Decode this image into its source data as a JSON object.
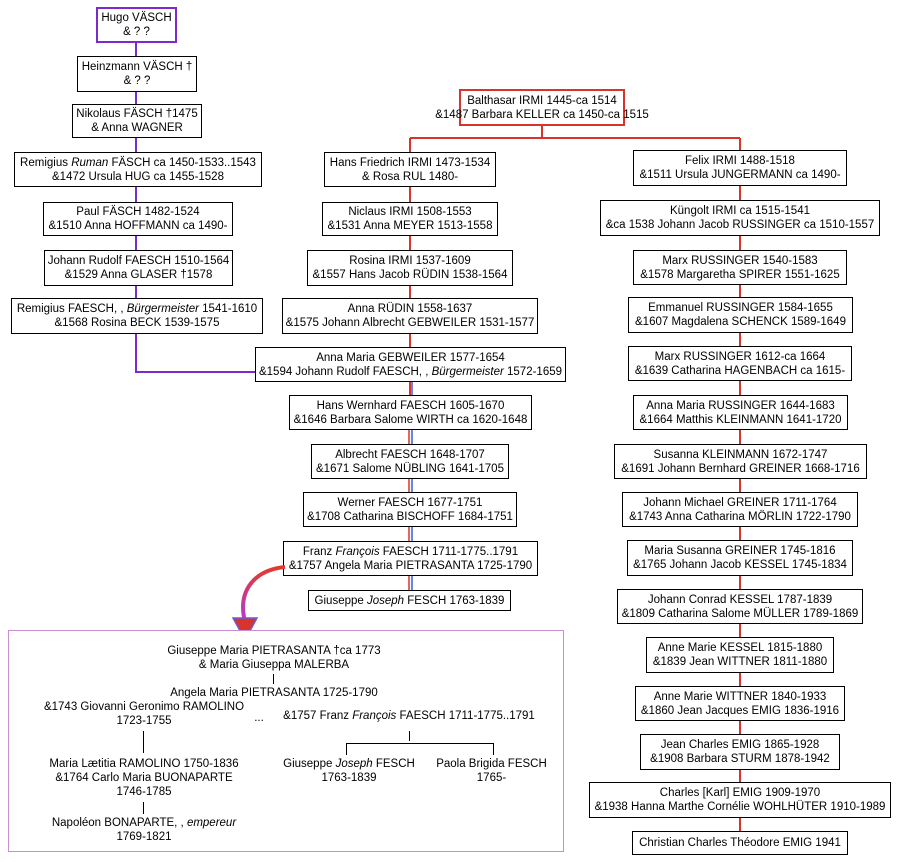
{
  "colors": {
    "purple": "#7a2bc9",
    "red": "#d9342b",
    "blue": "#3a5be0",
    "inset_border": "#c88fd0"
  },
  "left_column": [
    {
      "line1": "Hugo VÄSCH",
      "line2": "& ? ?"
    },
    {
      "line1": "Heinzmann VÄSCH †",
      "line2": "& ? ?"
    },
    {
      "line1": "Nikolaus FÄSCH †1475",
      "line2": "& Anna WAGNER"
    },
    {
      "line1a": "Remigius ",
      "line1i": "Ruman",
      "line1b": " FÄSCH ca 1450-1533..1543",
      "line2": "&1472 Ursula HUG ca 1455-1528"
    },
    {
      "line1": "Paul FÄSCH 1482-1524",
      "line2": "&1510 Anna HOFFMANN ca 1490-"
    },
    {
      "line1": "Johann Rudolf FAESCH 1510-1564",
      "line2": "&1529 Anna GLASER †1578"
    },
    {
      "line1a": "Remigius FAESCH, , ",
      "line1i": "Bürgermeister",
      "line1b": " 1541-1610",
      "line2": "&1568 Rosina BECK 1539-1575"
    }
  ],
  "center_column": [
    {
      "line1": "Balthasar IRMI 1445-ca 1514",
      "line2": "&1487 Barbara KELLER ca 1450-ca 1515"
    },
    {
      "line1": "Hans Friedrich IRMI 1473-1534",
      "line2": "& Rosa RUL 1480-"
    },
    {
      "line1": "Niclaus IRMI 1508-1553",
      "line2": "&1531 Anna MEYER 1513-1558"
    },
    {
      "line1": "Rosina IRMI 1537-1609",
      "line2": "&1557 Hans Jacob RÜDIN 1538-1564"
    },
    {
      "line1": "Anna RÜDIN 1558-1637",
      "line2": "&1575 Johann Albrecht GEBWEILER 1531-1577"
    },
    {
      "line1": "Anna Maria GEBWEILER 1577-1654",
      "line2a": "&1594 Johann Rudolf FAESCH, , ",
      "line2i": "Bürgermeister",
      "line2b": " 1572-1659"
    },
    {
      "line1": "Hans Wernhard FAESCH 1605-1670",
      "line2": "&1646 Barbara Salome WIRTH ca 1620-1648"
    },
    {
      "line1": "Albrecht FAESCH 1648-1707",
      "line2": "&1671 Salome NÜBLING 1641-1705"
    },
    {
      "line1": "Werner FAESCH 1677-1751",
      "line2": "&1708 Catharina BISCHOFF 1684-1751"
    },
    {
      "line1a": "Franz ",
      "line1i": "François",
      "line1b": " FAESCH 1711-1775..1791",
      "line2": "&1757 Angela Maria PIETRASANTA 1725-1790"
    },
    {
      "line1a": "Giuseppe ",
      "line1i": "Joseph",
      "line1b": " FESCH 1763-1839"
    }
  ],
  "right_column": [
    {
      "line1": "Felix IRMI 1488-1518",
      "line2": "&1511 Ursula JUNGERMANN ca 1490-"
    },
    {
      "line1": "Küngolt IRMI ca 1515-1541",
      "line2": "&ca 1538 Johann Jacob RUSSINGER ca 1510-1557"
    },
    {
      "line1": "Marx RUSSINGER 1540-1583",
      "line2": "&1578 Margaretha SPIRER 1551-1625"
    },
    {
      "line1": "Emmanuel RUSSINGER 1584-1655",
      "line2": "&1607 Magdalena SCHENCK 1589-1649"
    },
    {
      "line1": "Marx RUSSINGER 1612-ca 1664",
      "line2": "&1639 Catharina HAGENBACH ca 1615-"
    },
    {
      "line1": "Anna Maria RUSSINGER 1644-1683",
      "line2": "&1664 Matthis KLEINMANN 1641-1720"
    },
    {
      "line1": "Susanna KLEINMANN 1672-1747",
      "line2": "&1691 Johann Bernhard GREINER 1668-1716"
    },
    {
      "line1": "Johann Michael GREINER 1711-1764",
      "line2": "&1743 Anna Catharina MÖRLIN 1722-1790"
    },
    {
      "line1": "Maria Susanna GREINER 1745-1816",
      "line2": "&1765 Johann Jacob KESSEL 1745-1834"
    },
    {
      "line1": "Johann Conrad KESSEL 1787-1839",
      "line2": "&1809 Catharina Salome MÜLLER 1789-1869"
    },
    {
      "line1": "Anne Marie KESSEL 1815-1880",
      "line2": "&1839 Jean WITTNER 1811-1880"
    },
    {
      "line1": "Anne Marie WITTNER 1840-1933",
      "line2": "&1860 Jean Jacques EMIG 1836-1916"
    },
    {
      "line1": "Jean Charles EMIG 1865-1928",
      "line2": "&1908 Barbara STURM 1878-1942"
    },
    {
      "line1": "Charles [Karl] EMIG 1909-1970",
      "line2": "&1938 Hanna Marthe Cornélie WOHLHÜTER 1910-1989"
    },
    {
      "line1": "Christian Charles Théodore EMIG 1941"
    }
  ],
  "inset": {
    "top_line1": "Giuseppe Maria PIETRASANTA †ca 1773",
    "top_line2": "& Maria Giuseppa MALERBA",
    "angela": "Angela Maria PIETRASANTA 1725-1790",
    "ramolino_line1": "&1743 Giovanni Geronimo RAMOLINO",
    "ramolino_line2": "1723-1755",
    "ellipsis": "...",
    "faesch_a": "&1757 Franz ",
    "faesch_i": "François",
    "faesch_b": " FAESCH 1711-1775..1791",
    "laetitia_line1": "Maria Lætitia RAMOLINO 1750-1836",
    "laetitia_line2": "&1764 Carlo Maria BUONAPARTE",
    "laetitia_line3": "1746-1785",
    "napoleon_a": "Napoléon BONAPARTE, , ",
    "napoleon_i": "empereur",
    "napoleon_line2": "1769-1821",
    "giuseppe_a": "Giuseppe ",
    "giuseppe_i": "Joseph",
    "giuseppe_b": " FESCH",
    "giuseppe_line2": "1763-1839",
    "paola_line1": "Paola Brigida FESCH",
    "paola_line2": "1765-"
  }
}
